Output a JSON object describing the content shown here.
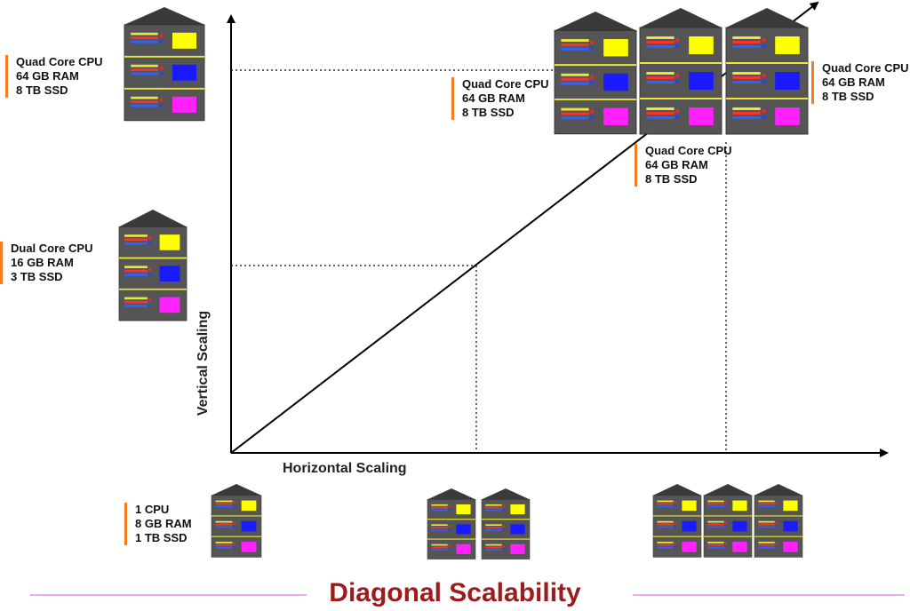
{
  "title": "Diagonal Scalability",
  "axes": {
    "x_label": "Horizontal Scaling",
    "y_label": "Vertical Scaling"
  },
  "specs": {
    "small": [
      "1 CPU",
      "8 GB RAM",
      "1 TB SSD"
    ],
    "medium": [
      "Dual Core CPU",
      "16 GB RAM",
      "3 TB SSD"
    ],
    "large_left": [
      "Quad Core CPU",
      "64 GB RAM",
      "8 TB SSD"
    ],
    "large_a": [
      "Quad Core CPU",
      "64 GB RAM",
      "8 TB SSD"
    ],
    "large_b": [
      "Quad Core CPU",
      "64 GB RAM",
      "8 TB SSD"
    ],
    "large_c": [
      "Quad Core CPU",
      "64 GB RAM",
      "8 TB SSD"
    ]
  },
  "colors": {
    "title": "#9b1c1c",
    "accent_bar": "#f57c1f",
    "rule": "#e07ae0",
    "server_body": "#555555",
    "server_top": "#3a3a3a",
    "server_seam": "#e8e83a",
    "panel_yellow": "#ffff00",
    "panel_blue": "#1a1aff",
    "panel_magenta": "#ff22ff"
  },
  "icons": {
    "server": "server-rack-icon"
  }
}
